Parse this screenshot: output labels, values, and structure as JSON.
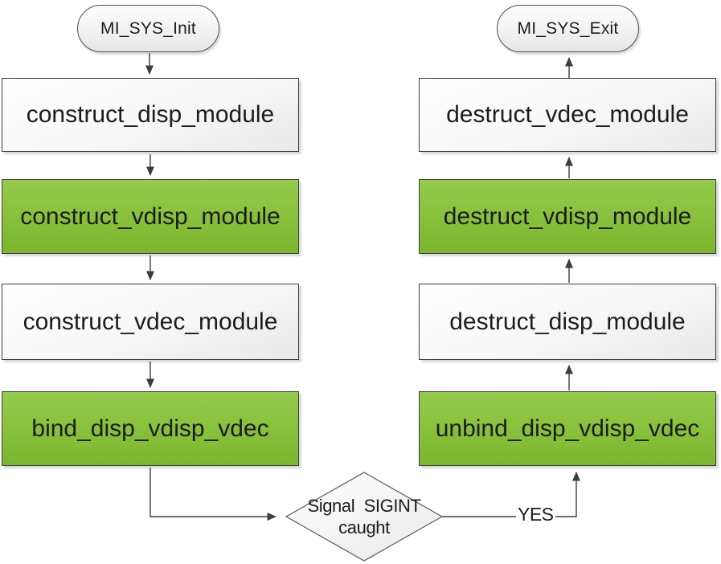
{
  "diagram": {
    "start_node": {
      "label": "MI_SYS_Init"
    },
    "exit_node": {
      "label": "MI_SYS_Exit"
    },
    "init_flow": {
      "boxes": [
        {
          "label": "construct_disp_module",
          "highlight": false
        },
        {
          "label": "construct_vdisp_module",
          "highlight": true
        },
        {
          "label": "construct_vdec_module",
          "highlight": false
        },
        {
          "label": "bind_disp_vdisp_vdec",
          "highlight": true
        }
      ]
    },
    "exit_flow": {
      "boxes": [
        {
          "label": "destruct_vdec_module",
          "highlight": false
        },
        {
          "label": "destruct_vdisp_module",
          "highlight": true
        },
        {
          "label": "destruct_disp_module",
          "highlight": false
        },
        {
          "label": "unbind_disp_vdisp_vdec",
          "highlight": true
        }
      ]
    },
    "decision": {
      "label": "Signal  SIGINT\ncaught"
    },
    "edge_labels": {
      "yes": "YES"
    },
    "colors": {
      "green_top": "#95CB4E",
      "green_bottom": "#7CB52E",
      "plain_top": "#FFFFFF",
      "plain_bottom": "#E8E8E8",
      "node_border": "#3D3D3D",
      "connector": "#3D3D3D",
      "text": "#1C1C1C"
    }
  }
}
